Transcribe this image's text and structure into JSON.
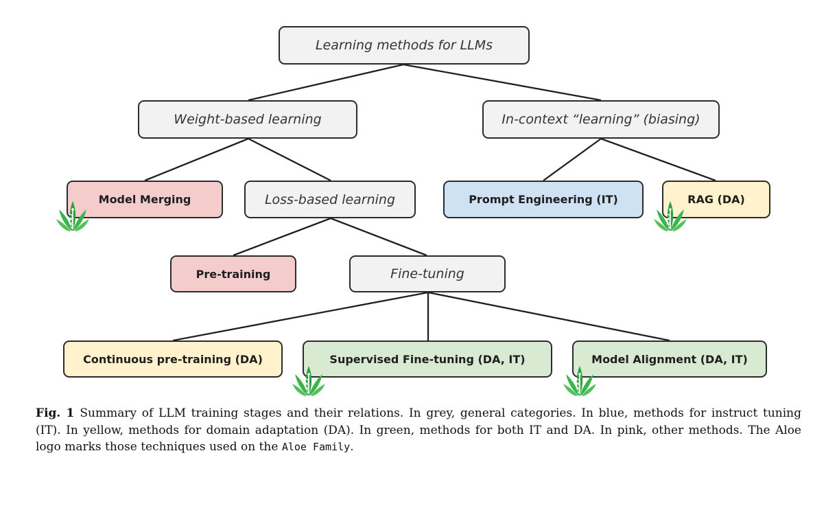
{
  "diagram": {
    "colors": {
      "grey": "#f2f2f2",
      "pink": "#f4cccc",
      "blue": "#cfe2f3",
      "yellow": "#fff2cc",
      "green": "#d9ead3",
      "logo_green": "#37b34a"
    },
    "nodes": {
      "root": "Learning methods for LLMs",
      "weight_based": "Weight-based learning",
      "in_context": "In-context “learning” (biasing)",
      "model_merging": "Model Merging",
      "loss_based": "Loss-based learning",
      "prompt_engineering": "Prompt Engineering (IT)",
      "rag": "RAG (DA)",
      "pre_training": "Pre-training",
      "fine_tuning": "Fine-tuning",
      "continuous_pre_training": "Continuous pre-training (DA)",
      "supervised_fine_tuning": "Supervised Fine-tuning (DA, IT)",
      "model_alignment": "Model Alignment (DA, IT)"
    },
    "logo_marked": [
      "Model Merging",
      "RAG (DA)",
      "Supervised Fine-tuning (DA, IT)",
      "Model Alignment (DA, IT)"
    ]
  },
  "caption": {
    "label": "Fig. 1",
    "text": "Summary of LLM training stages and their relations. In grey, general categories. In blue, methods for instruct tuning (IT). In yellow, methods for domain adaptation (DA). In green, methods for both IT and DA. In pink, other methods. The Aloe logo marks those techniques used on the",
    "code": "Aloe Family",
    "end": "."
  }
}
